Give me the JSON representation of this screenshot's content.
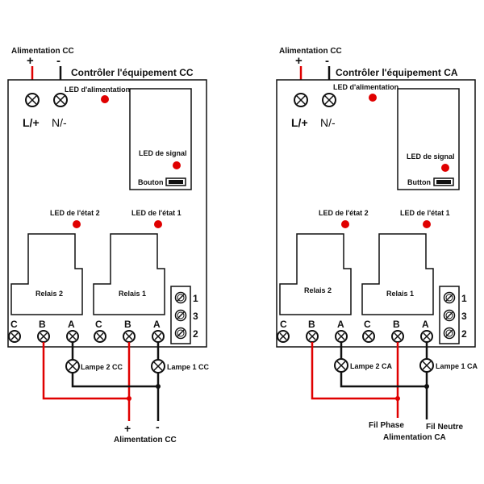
{
  "colors": {
    "positive": "#e00000",
    "negative": "#111111",
    "led": "#e00000"
  },
  "left": {
    "power_label": "Alimentation CC",
    "plus": "+",
    "minus": "-",
    "title": "Contrôler l'équipement CC",
    "power_led": "LED d'alimentation",
    "l_plus": "L/+",
    "n_minus": "N/-",
    "signal_led": "LED de signal",
    "button": "Bouton",
    "state2_led": "LED de l'état 2",
    "state1_led": "LED de l'état 1",
    "relay2": "Relais 2",
    "relay1": "Relais 1",
    "terminals": [
      "C",
      "B",
      "A",
      "C",
      "B",
      "A"
    ],
    "side_terminals": [
      "1",
      "3",
      "2"
    ],
    "lamp2": "Lampe 2 CC",
    "lamp1": "Lampe 1 CC",
    "bottom_plus": "+",
    "bottom_minus": "-",
    "bottom_power": "Alimentation CC"
  },
  "right": {
    "power_label": "Alimentation CC",
    "plus": "+",
    "minus": "-",
    "title": "Contrôler l'équipement CA",
    "power_led": "LED d'alimentation",
    "l_plus": "L/+",
    "n_minus": "N/-",
    "signal_led": "LED de signal",
    "button": "Button",
    "state2_led": "LED de l'état 2",
    "state1_led": "LED de l'état 1",
    "relay2": "Relais 2",
    "relay1": "Relais 1",
    "terminals": [
      "C",
      "B",
      "A",
      "C",
      "B",
      "A"
    ],
    "side_terminals": [
      "1",
      "3",
      "2"
    ],
    "lamp2": "Lampe 2 CA",
    "lamp1": "Lampe 1 CA",
    "phase": "Fil Phase",
    "neutral": "Fil Neutre",
    "bottom_power": "Alimentation CA"
  }
}
